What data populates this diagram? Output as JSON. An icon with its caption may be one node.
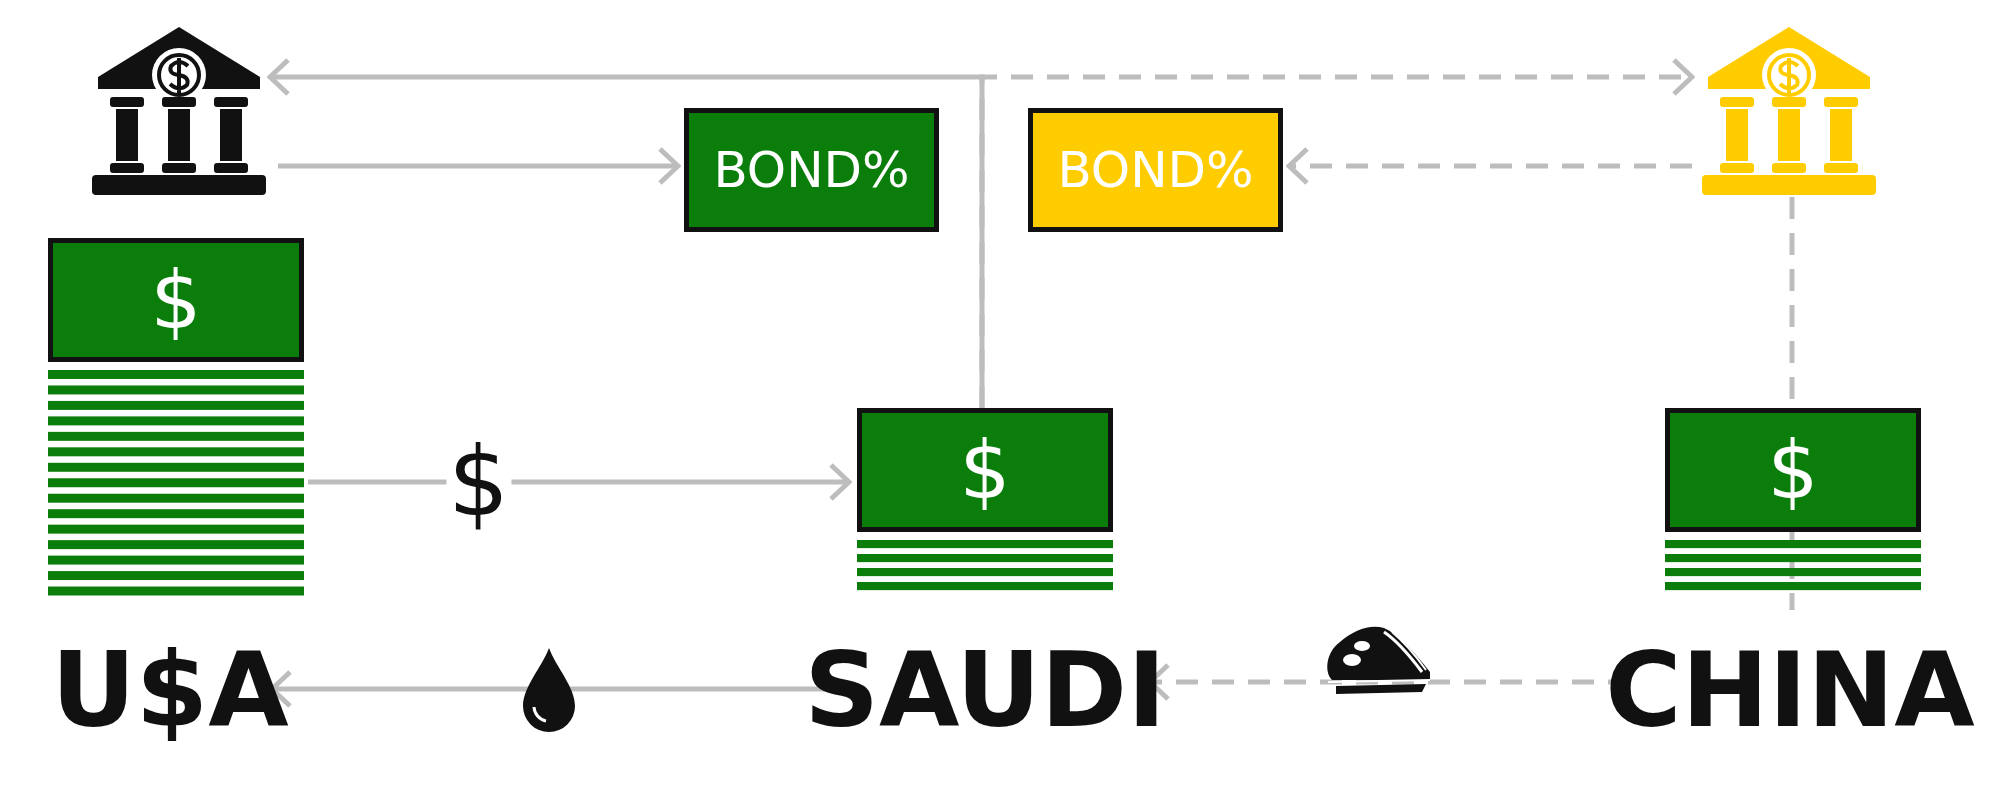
{
  "diagram": {
    "nodes": [
      {
        "text": [],
        "shape": "picture"
      },
      {
        "text": [
          "BOND%"
        ]
      },
      {
        "text": [
          "BOND%"
        ]
      },
      {
        "text": [],
        "shape": "picture"
      },
      {
        "text": [
          "$"
        ]
      },
      {
        "text": [
          "$"
        ]
      },
      {
        "text": [
          "$"
        ]
      },
      {
        "text": [
          "U$A"
        ]
      },
      {
        "text": [
          "SAUDI"
        ]
      },
      {
        "text": [
          "CHINA"
        ]
      }
    ],
    "edges": [
      {
        "from": 5,
        "to": 0,
        "arrow": "to"
      },
      {
        "from": 5,
        "to": 3,
        "arrow": "to",
        "style": "dashed"
      },
      {
        "from": 0,
        "to": 1,
        "arrow": "to"
      },
      {
        "from": 3,
        "to": 2,
        "arrow": "to",
        "style": "dashed"
      },
      {
        "from": 3,
        "to": 6,
        "arrow": "none",
        "style": "dashed"
      },
      {
        "from": 4,
        "to": 5,
        "arrow": "to",
        "label": "$"
      },
      {
        "from": 8,
        "to": 7,
        "arrow": "to"
      },
      {
        "from": 9,
        "to": 8,
        "arrow": "to",
        "style": "dashed"
      }
    ]
  }
}
